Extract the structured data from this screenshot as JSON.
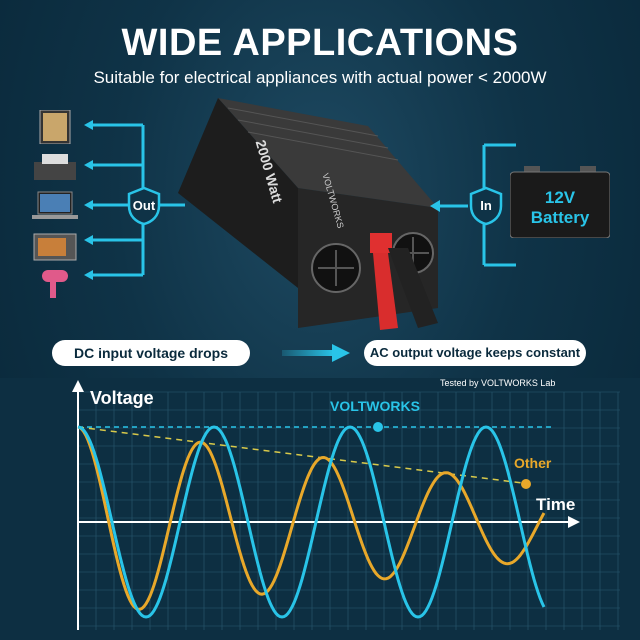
{
  "header": {
    "title": "WIDE APPLICATIONS",
    "subtitle": "Suitable for electrical appliances with actual power < 2000W"
  },
  "diagram": {
    "out_label": "Out",
    "in_label": "In",
    "battery_label_line1": "12V",
    "battery_label_line2": "Battery",
    "inverter_text": "2000 Watt",
    "inverter_brand": "VOLTWORKS",
    "appliance_icons": [
      "fridge-icon",
      "printer-icon",
      "laptop-icon",
      "microwave-icon",
      "hair-dryer-icon"
    ]
  },
  "banner": {
    "left": "DC input voltage drops",
    "right": "AC output voltage keeps constant"
  },
  "graph": {
    "tested_by": "Tested by VOLTWORKS Lab",
    "y_label": "Voltage",
    "x_label": "Time",
    "series_voltworks": "VOLTWORKS",
    "series_other": "Other",
    "colors": {
      "voltworks": "#29c4e8",
      "other": "#e8a82a"
    }
  }
}
